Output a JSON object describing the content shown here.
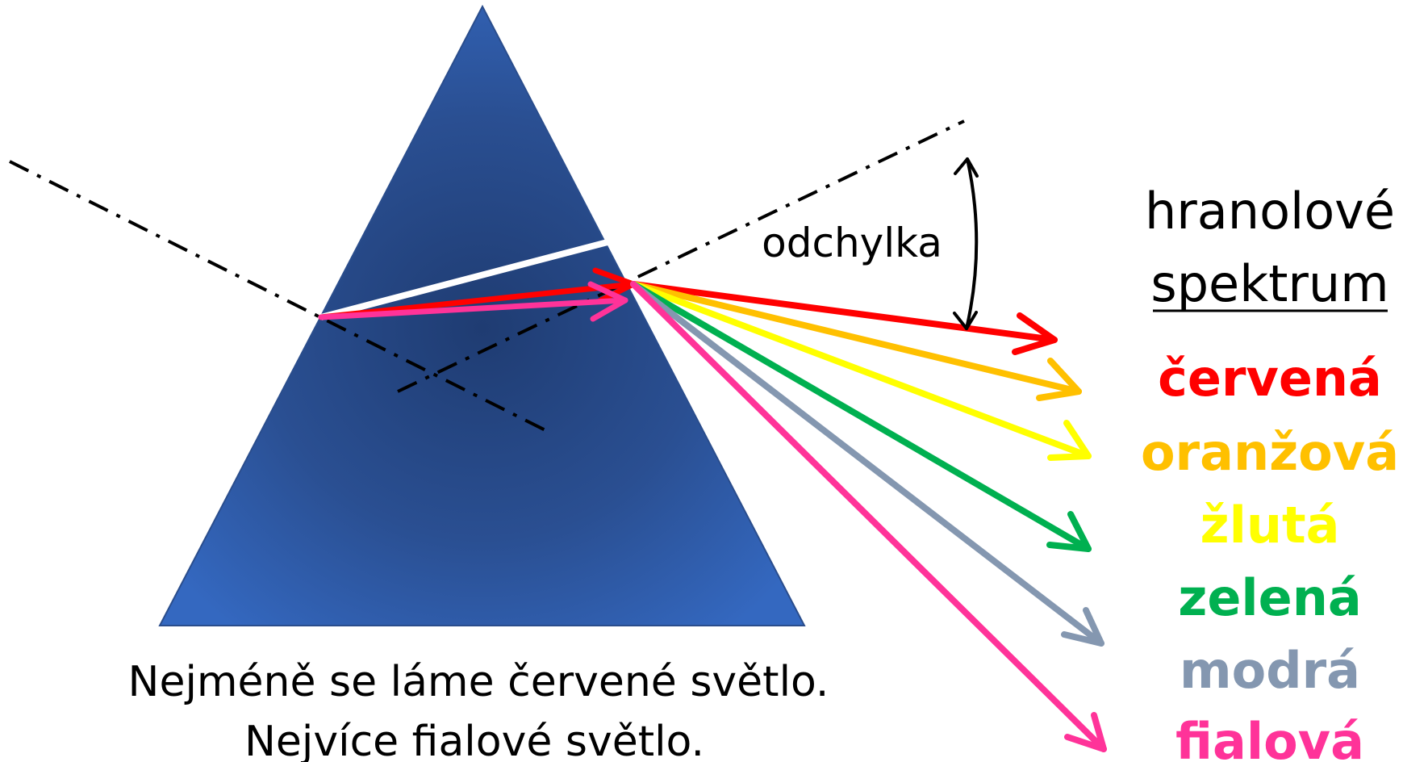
{
  "diagram": {
    "angle_label": "odchylka",
    "spectrum_title_line1": "hranolové",
    "spectrum_title_line2": "spektrum",
    "caption_line1": "Nejméně se láme červené světlo.",
    "caption_line2": "Nejvíce fialové světlo.",
    "colors": [
      {
        "label": "červená",
        "hex": "#ff0000"
      },
      {
        "label": "oranžová",
        "hex": "#ffc000"
      },
      {
        "label": "žlutá",
        "hex": "#ffff00"
      },
      {
        "label": "zelená",
        "hex": "#00b050"
      },
      {
        "label": "modrá",
        "hex": "#8497b0"
      },
      {
        "label": "fialová",
        "hex": "#ff3399"
      }
    ],
    "prism_color": "#2f5ba8",
    "incident_beam_color": "#ffffff"
  }
}
